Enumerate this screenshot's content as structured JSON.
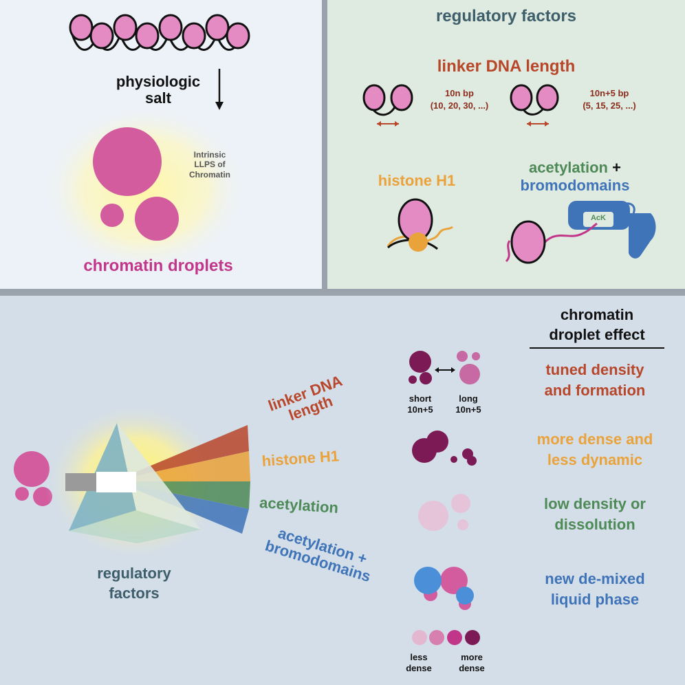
{
  "top_left": {
    "arrow_label_1": "physiologic",
    "arrow_label_2": "salt",
    "llps_1": "Intrinsic",
    "llps_2": "LLPS of",
    "llps_3": "Chromatin",
    "droplets_label": "chromatin droplets"
  },
  "top_right": {
    "title": "regulatory factors",
    "linker_title": "linker DNA length",
    "linker_10n": "10n bp",
    "linker_10n_examples": "(10, 20, 30, ...)",
    "linker_10n5": "10n+5 bp",
    "linker_10n5_examples": "(5, 15, 25, ...)",
    "histone_h1": "histone H1",
    "acetylation": "acetylation",
    "plus": "+",
    "bromodomains": "bromodomains",
    "ack": "AcK"
  },
  "bottom": {
    "prism_label_1": "regulatory",
    "prism_label_2": "factors",
    "beam_linker_1": "linker DNA",
    "beam_linker_2": "length",
    "beam_h1": "histone H1",
    "beam_acetylation": "acetylation",
    "beam_acet_bromo_1": "acetylation +",
    "beam_acet_bromo_2": "bromodomains",
    "effect_title_1": "chromatin",
    "effect_title_2": "droplet effect",
    "short_1": "short",
    "short_2": "10n+5",
    "long_1": "long",
    "long_2": "10n+5",
    "effect_linker_1": "tuned density",
    "effect_linker_2": "and formation",
    "effect_h1_1": "more dense and",
    "effect_h1_2": "less dynamic",
    "effect_acet_1": "low density or",
    "effect_acet_2": "dissolution",
    "effect_bromo_1": "new de-mixed",
    "effect_bromo_2": "liquid phase",
    "less_dense_1": "less",
    "less_dense_2": "dense",
    "more_dense_1": "more",
    "more_dense_2": "dense"
  },
  "colors": {
    "nucleosome": "#e58bc4",
    "droplet": "#d35c9e",
    "linker_orange_red": "#b8462a",
    "h1_orange": "#eaa23a",
    "acetylation_green": "#4e8a57",
    "bromo_blue": "#3f74b8",
    "dark_teal": "#3d5e6a",
    "dark_purple": "#7b1a55",
    "black": "#111111"
  }
}
